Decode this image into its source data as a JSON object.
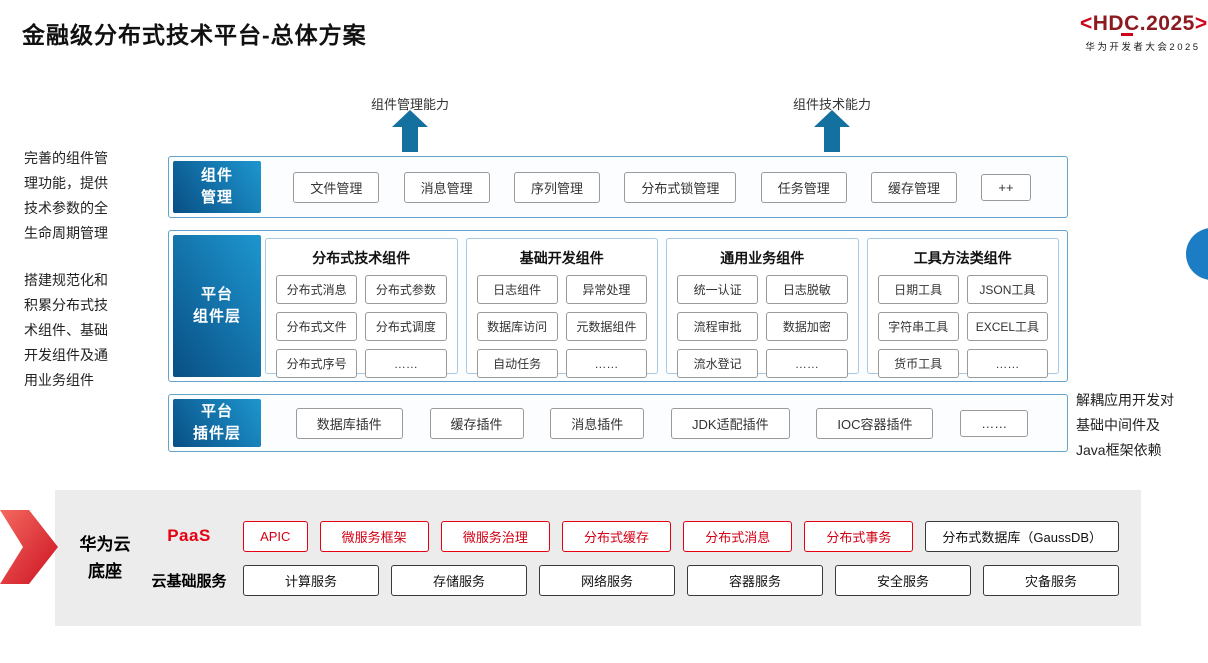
{
  "title": "金融级分布式技术平台-总体方案",
  "logo": {
    "bracket_left": "<",
    "name": "HDC.2025",
    "bracket_right": ">",
    "subtitle": "华为开发者大会2025"
  },
  "capability_arrows": {
    "management": "组件管理能力",
    "technical": "组件技术能力"
  },
  "side_notes": {
    "left_top": "完善的组件管理功能，提供技术参数的全生命周期管理",
    "left_middle": "搭建规范化和积累分布式技术组件、基础开发组件及通用业务组件",
    "right": "解耦应用开发对基础中间件及Java框架依赖"
  },
  "layers": {
    "component_mgmt": {
      "label_lines": [
        "组件",
        "管理"
      ],
      "items": [
        "文件管理",
        "消息管理",
        "序列管理",
        "分布式锁管理",
        "任务管理",
        "缓存管理",
        "++"
      ]
    },
    "platform_components": {
      "label_lines": [
        "平台",
        "组件层"
      ],
      "groups": [
        {
          "title": "分布式技术组件",
          "items": [
            "分布式消息",
            "分布式参数",
            "分布式文件",
            "分布式调度",
            "分布式序号",
            "……"
          ]
        },
        {
          "title": "基础开发组件",
          "items": [
            "日志组件",
            "异常处理",
            "数据库访问",
            "元数据组件",
            "自动任务",
            "……"
          ]
        },
        {
          "title": "通用业务组件",
          "items": [
            "统一认证",
            "日志脱敏",
            "流程审批",
            "数据加密",
            "流水登记",
            "……"
          ]
        },
        {
          "title": "工具方法类组件",
          "items": [
            "日期工具",
            "JSON工具",
            "字符串工具",
            "EXCEL工具",
            "货币工具",
            "……"
          ]
        }
      ]
    },
    "plugin_layer": {
      "label_lines": [
        "平台",
        "插件层"
      ],
      "items": [
        "数据库插件",
        "缓存插件",
        "消息插件",
        "JDK适配插件",
        "IOC容器插件",
        "……"
      ]
    }
  },
  "foundation": {
    "label_lines": [
      "华为云",
      "底座"
    ],
    "paas": {
      "label": "PaaS",
      "items": [
        "APIC",
        "微服务框架",
        "微服务治理",
        "分布式缓存",
        "分布式消息",
        "分布式事务"
      ],
      "db_item": "分布式数据库（GaussDB）"
    },
    "cloud_base": {
      "label": "云基础服务",
      "items": [
        "计算服务",
        "存储服务",
        "网络服务",
        "容器服务",
        "安全服务",
        "灾备服务"
      ]
    }
  },
  "colors": {
    "layer_label_gradient_start": "#084f84",
    "layer_label_gradient_end": "#1e96cf",
    "arrow_teal": "#14719f",
    "huawei_red": "#e60012",
    "logo_red": "#8c1a1f",
    "foundation_bg": "#ececec",
    "row_border": "#66a3cb",
    "blue_circle": "#1d7dc4"
  }
}
